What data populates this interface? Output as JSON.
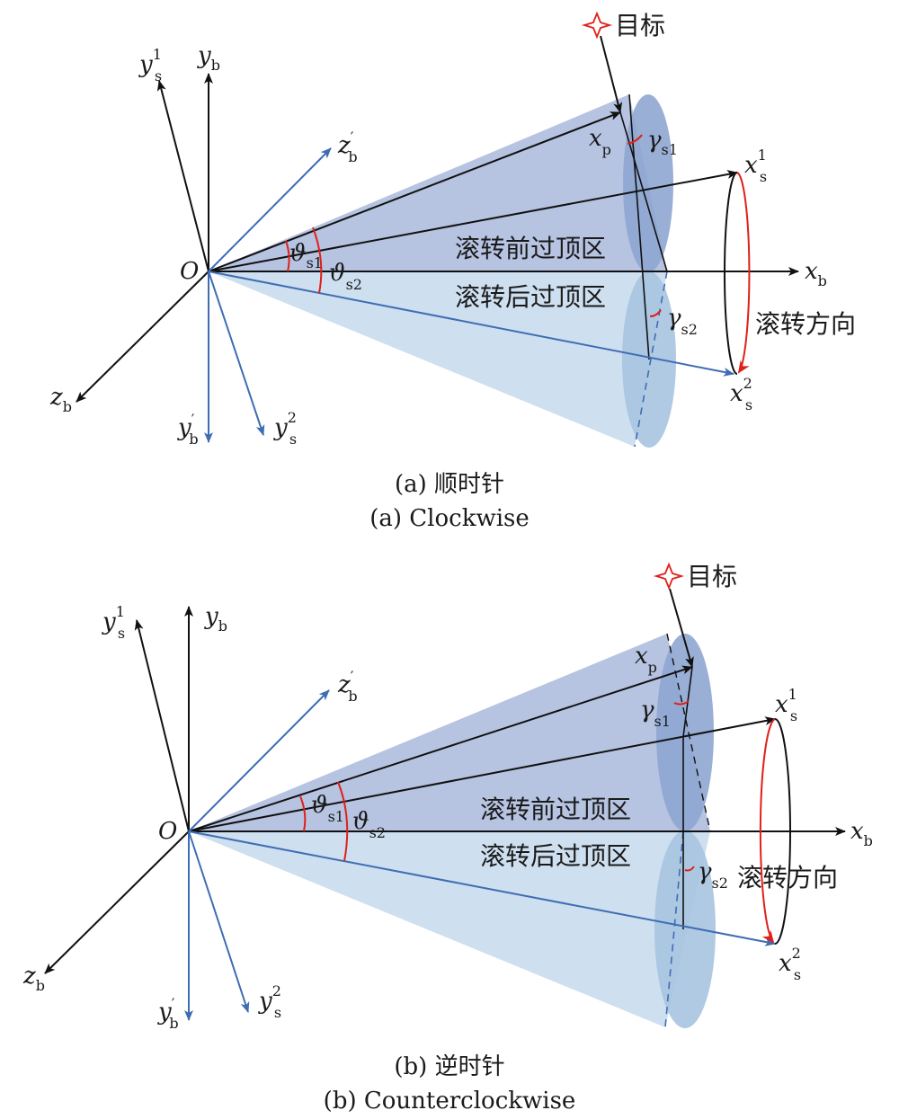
{
  "panels": [
    {
      "id": "a",
      "caption_cn": "(a) 顺时针",
      "caption_en": "(a) Clockwise",
      "labels": {
        "origin": "O",
        "target": "目标",
        "zone_before": "滚转前过顶区",
        "zone_after": "滚转后过顶区",
        "roll_direction": "滚转方向"
      }
    },
    {
      "id": "b",
      "caption_cn": "(b) 逆时针",
      "caption_en": "(b) Counterclockwise",
      "labels": {
        "origin": "O",
        "target": "目标",
        "zone_before": "滚转前过顶区",
        "zone_after": "滚转后过顶区",
        "roll_direction": "滚转方向"
      }
    }
  ],
  "symbols": {
    "x": "x",
    "y": "y",
    "z": "z",
    "b": "b",
    "s": "s",
    "p": "p",
    "sup1": "1",
    "sup2": "2",
    "prime": "′",
    "theta": "ϑ",
    "gamma": "γ",
    "s1": "s1",
    "s2": "s2"
  },
  "colors": {
    "cone_upper": "#a9b9dc",
    "cone_lower": "#c6d9ec",
    "base_upper": "#8ea6d2",
    "base_lower": "#a7c4e0",
    "axis_blue": "#3f6db3",
    "angle_red": "#e0201a",
    "star_red": "#e0201a"
  },
  "icons": {
    "target": "star-icon"
  }
}
